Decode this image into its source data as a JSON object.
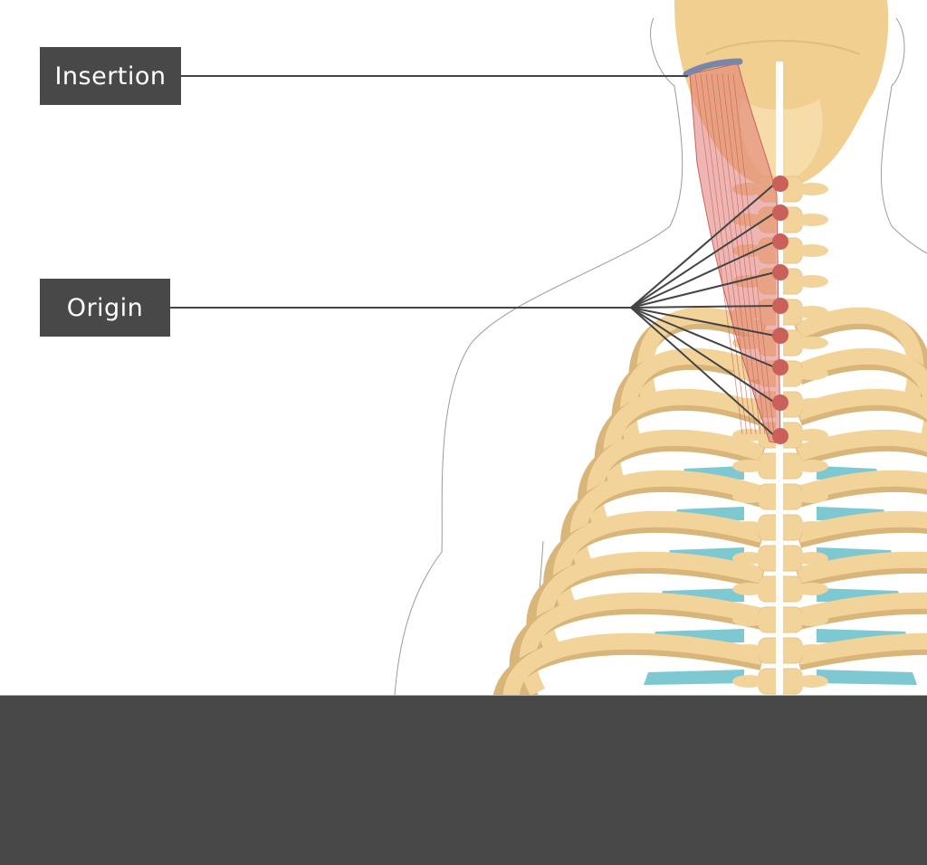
{
  "labels": {
    "insertion": "Insertion",
    "origin": "Origin"
  },
  "colors": {
    "bone": "#f2d49b",
    "bone_shadow": "#d9b57a",
    "muscle": "#d9675f",
    "cartilage": "#7ec8d1",
    "insertion_mark": "#7a86a8",
    "origin_dot": "#c9605a",
    "label_bg": "#484848"
  },
  "origin_point_count": 9
}
